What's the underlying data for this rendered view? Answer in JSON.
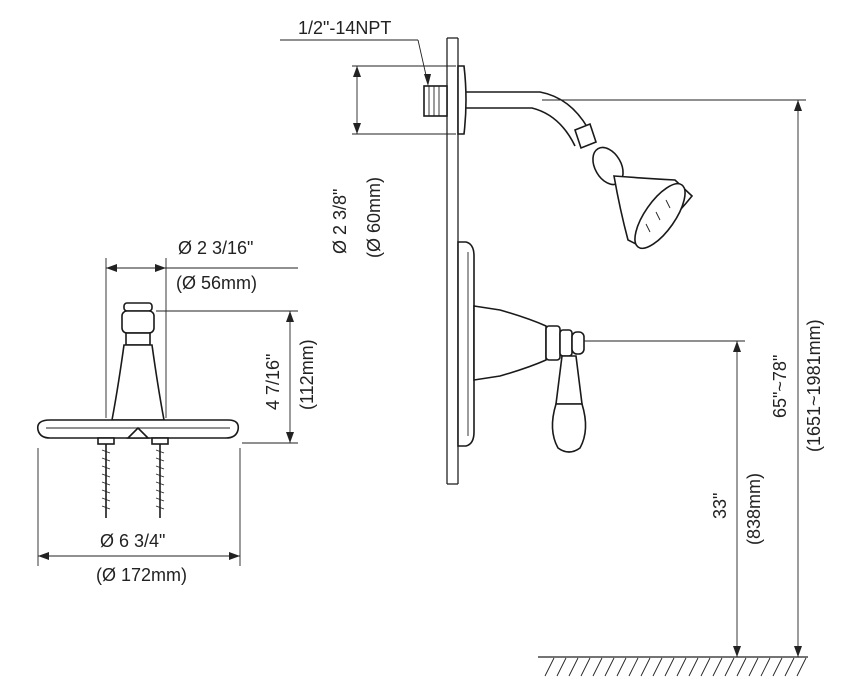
{
  "labels": {
    "thread_spec": "1/2\"-14NPT",
    "flange_dia_in": "Ø 2 3/8\"",
    "flange_dia_mm": "(Ø 60mm)",
    "stem_dia_in": "Ø 2 3/16\"",
    "stem_dia_mm": "(Ø 56mm)",
    "handle_height_in": "4 7/16\"",
    "handle_height_mm": "(112mm)",
    "plate_dia_in": "Ø 6 3/4\"",
    "plate_dia_mm": "(Ø 172mm)",
    "valve_height_in": "33\"",
    "valve_height_mm": "(838mm)",
    "shower_height_in": "65\"~78\"",
    "shower_height_mm": "(1651~1981mm)"
  }
}
